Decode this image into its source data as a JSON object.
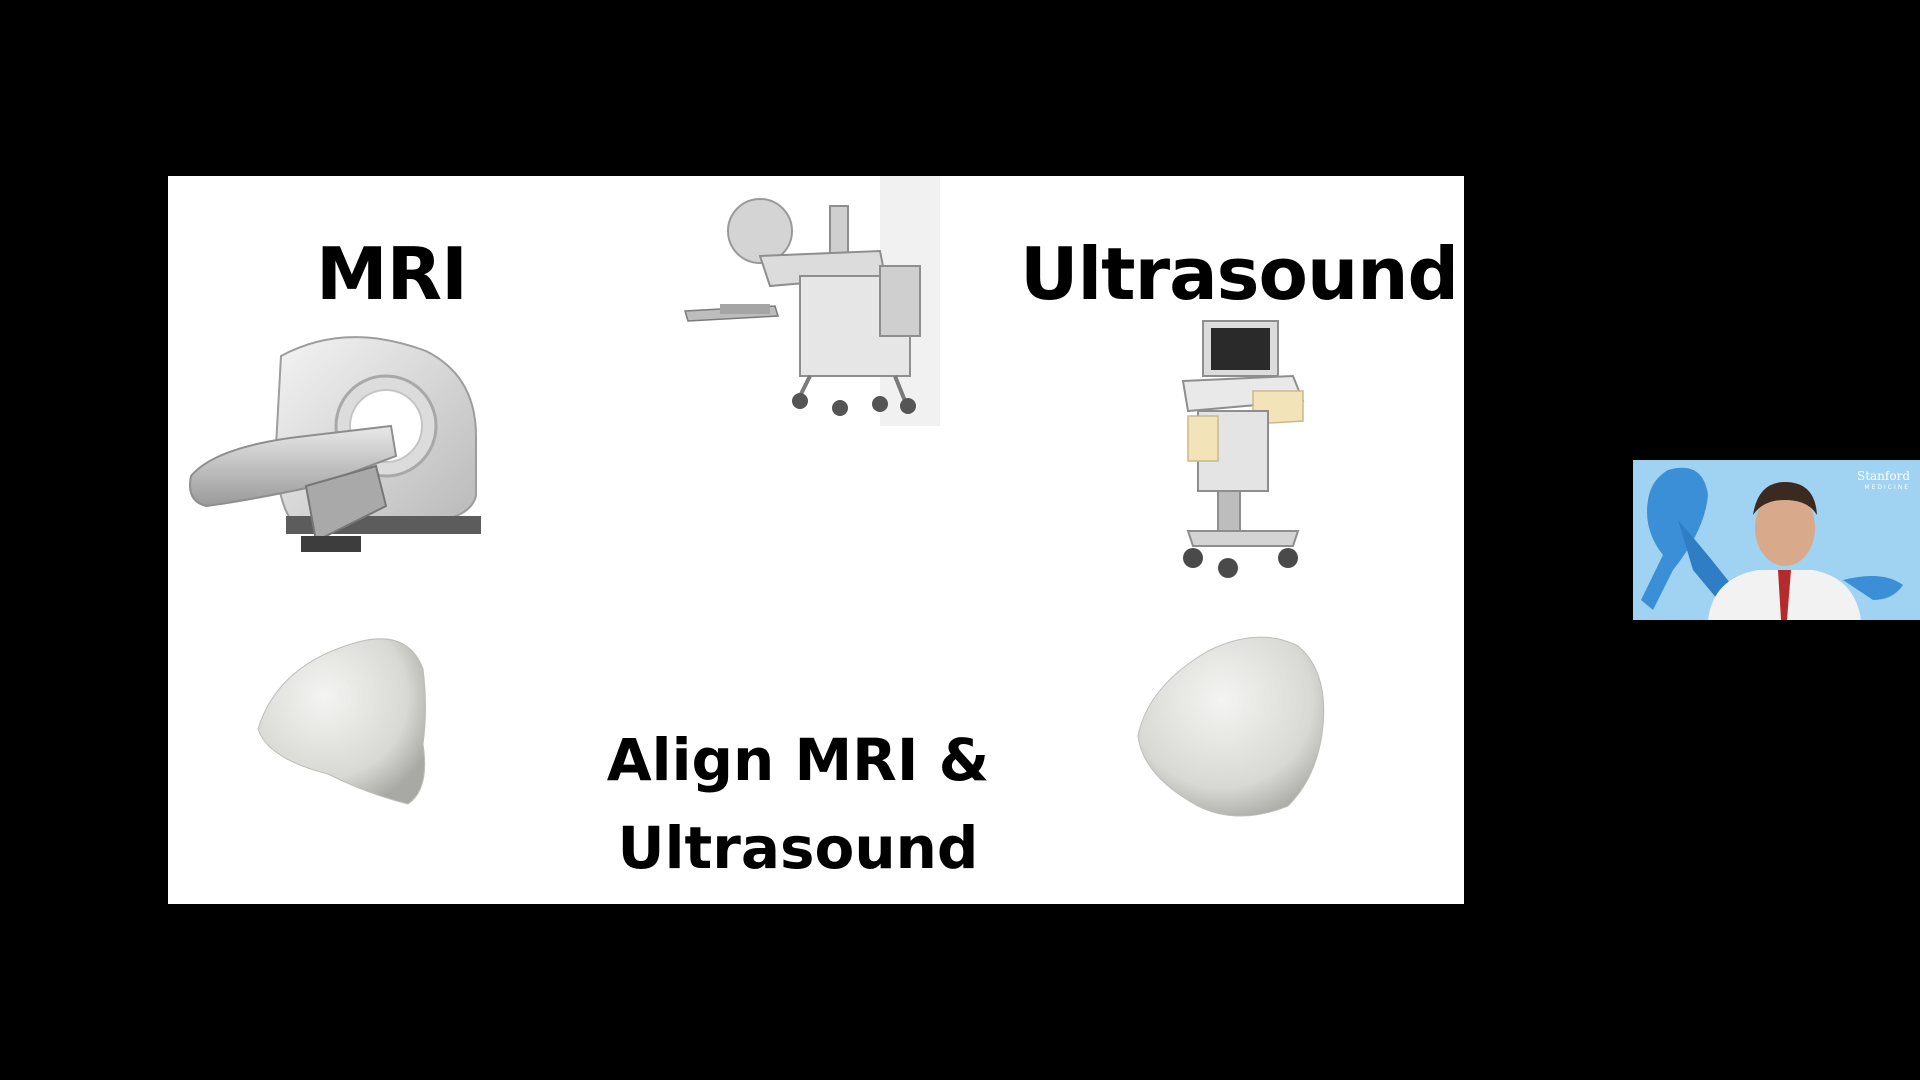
{
  "slide": {
    "left_label": "MRI",
    "right_label": "Ultrasound",
    "caption_line1": "Align MRI &",
    "caption_line2": "Ultrasound"
  },
  "presenter": {
    "logo_name": "Stanford",
    "logo_sub": "MEDICINE",
    "background_color": "#9fd3f1"
  },
  "icons": {
    "mri": "mri-scanner-icon",
    "biopsy": "biopsy-robot-cart-icon",
    "ultrasound": "ultrasound-machine-icon",
    "prostate_mri": "prostate-model-mri-icon",
    "prostate_us": "prostate-model-ultrasound-icon",
    "ribbon": "awareness-ribbon-icon"
  }
}
